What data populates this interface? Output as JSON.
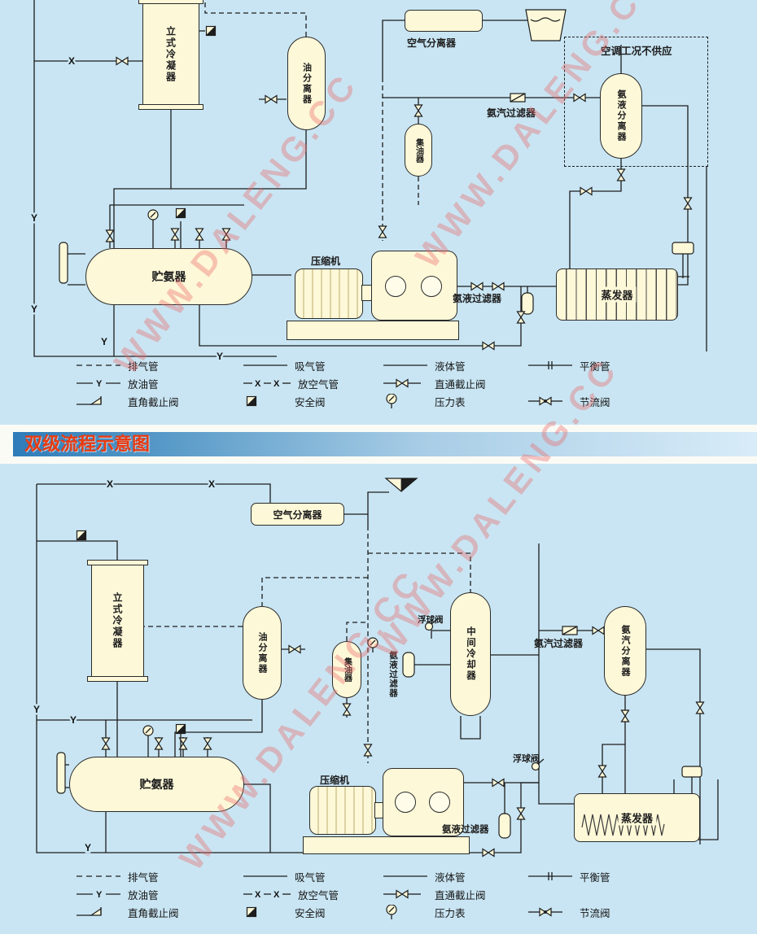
{
  "page": {
    "background": "#c9e5f3",
    "watermark_text": "WWW.DALENG.CC"
  },
  "divider": {
    "title": "双级流程示意图"
  },
  "single_stage": {
    "labels": {
      "vertical_condenser": "立式冷凝器",
      "oil_separator": "油分离器",
      "air_separator": "空气分离器",
      "ac_region_note": "空调工况不供应",
      "ammonia_vapor_filter": "氨汽过滤器",
      "ammonia_liquid_separator": "氨液分离器",
      "oil_collector": "集油器",
      "ammonia_receiver": "贮氨器",
      "compressor": "压缩机",
      "ammonia_liquid_filter": "氨液过滤器",
      "evaporator": "蒸发器"
    },
    "markers": {
      "x1": "X",
      "y1": "Y",
      "y2": "Y",
      "y3": "Y",
      "y4": "Y"
    }
  },
  "double_stage": {
    "labels": {
      "air_separator": "空气分离器",
      "vertical_condenser": "立式冷凝器",
      "oil_separator": "油分离器",
      "oil_collector": "集油器",
      "ammonia_liquid_filter_upper": "氨液过滤器",
      "float_valve_upper": "浮球阀",
      "intermediate_cooler": "中间冷却器",
      "ammonia_vapor_filter": "氨汽过滤器",
      "ammonia_vapor_separator": "氨汽分离器",
      "ammonia_receiver": "贮氨器",
      "compressor": "压缩机",
      "float_valve_lower": "浮球阀",
      "ammonia_liquid_filter_lower": "氨液过滤器",
      "evaporator": "蒸发器"
    },
    "markers": {
      "x1": "X",
      "x2": "X",
      "y1": "Y",
      "y2": "Y",
      "y3": "Y"
    }
  },
  "legend": {
    "r1": [
      {
        "label": "排气管"
      },
      {
        "label": "吸气管"
      },
      {
        "label": "液体管"
      },
      {
        "label": "平衡管"
      }
    ],
    "r2": [
      {
        "label": "放油管",
        "letter": "Y"
      },
      {
        "label": "放空气管",
        "letter": "X"
      },
      {
        "label": "直通截止阀"
      }
    ],
    "r3": [
      {
        "label": "直角截止阀"
      },
      {
        "label": "安全阀"
      },
      {
        "label": "压力表"
      },
      {
        "label": "节流阀"
      }
    ]
  }
}
